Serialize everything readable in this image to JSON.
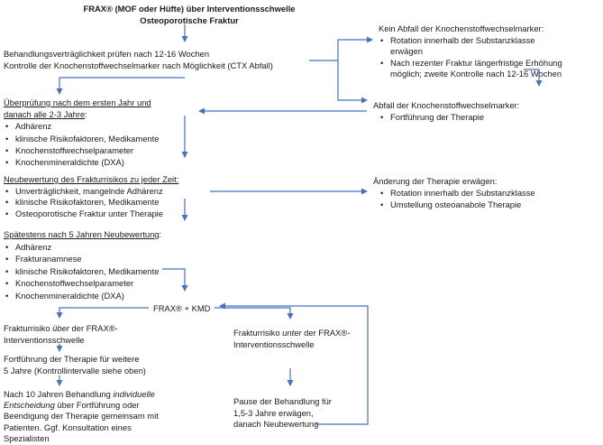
{
  "title": {
    "line1": "FRAX® (MOF oder Hüfte) über Interventionsschwelle",
    "line2": "Osteoporotische Fraktur"
  },
  "block1": {
    "line1": "Behandlungsverträglichkeit prüfen nach 12-16 Wochen",
    "line2": "Kontrolle der Knochenstoffwechselmarker nach Möglichkeit (CTX Abfall)"
  },
  "no_drop": {
    "heading": "Kein Abfall der Knochenstoffwechselmarker:",
    "items": [
      "Rotation innerhalb der Substanzklasse erwägen",
      "Nach rezenter Fraktur längerfristige Erhöhung möglich; zweite Kontrolle nach 12-16 Wochen"
    ]
  },
  "drop": {
    "heading": "Abfall der Knochenstoffwechselmarker:",
    "items": [
      "Fortführung der Therapie"
    ]
  },
  "review1": {
    "heading_line1": "Überprüfung nach dem ersten Jahr und",
    "heading_line2": "danach alle 2-3 Jahre",
    "heading_colon": ":",
    "items": [
      "Adhärenz",
      "klinische Risikofaktoren, Medikamente",
      "Knochenstoffwechselparameter",
      "Knochenmineraldichte (DXA)"
    ]
  },
  "reassess": {
    "heading": "Neubewertung des Frakturrisikos zu jeder Zeit:",
    "items": [
      "Unverträglichkeit, mangelnde Adhärenz",
      "klinische Risikofaktoren, Medikamente",
      "Osteoporotische Fraktur unter Therapie"
    ]
  },
  "change": {
    "heading": "Änderung der Therapie erwägen:",
    "items": [
      "Rotation innerhalb der Substanzklasse",
      "Umstellung osteoanabole Therapie"
    ]
  },
  "five_year": {
    "heading": "Spätestens nach 5 Jahren Neubewertung",
    "heading_colon": ":",
    "items": [
      "Adhärenz",
      "Frakturanamnese",
      "klinische Risikofaktoren, Medikamente",
      "Knochenstoffwechselparameter",
      "Knochenmineraldichte (DXA)"
    ]
  },
  "frax_kmd": "FRAX® + KMD",
  "above": {
    "pre": "Frakturrisiko ",
    "em": "über",
    "post": " der FRAX®-",
    "line2": "Interventionsschwelle"
  },
  "continue": {
    "line1": "Fortführung der Therapie für weitere",
    "line2": "5 Jahre (Kontrollintervalle siehe oben)"
  },
  "ten_year": {
    "l1_pre": "Nach 10 Jahren Behandlung ",
    "l1_em": "individuelle",
    "l2_em": "Entscheidung",
    "l2_post": " über Fortführung oder",
    "line3": "Beendigung der Therapie gemeinsam mit",
    "line4": "Patienten. Ggf. Konsultation eines",
    "line5": "Spezialisten"
  },
  "below": {
    "pre": "Frakturrisiko ",
    "em": "unter",
    "post": " der FRAX®-",
    "line2": "Interventionsschwelle"
  },
  "pause": {
    "line1": "Pause der Behandlung für",
    "line2": "1,5-3 Jahre erwägen,",
    "line3": "danach Neubewertung"
  },
  "colors": {
    "arrow": "#4472c4",
    "text": "#1a1a1a"
  }
}
